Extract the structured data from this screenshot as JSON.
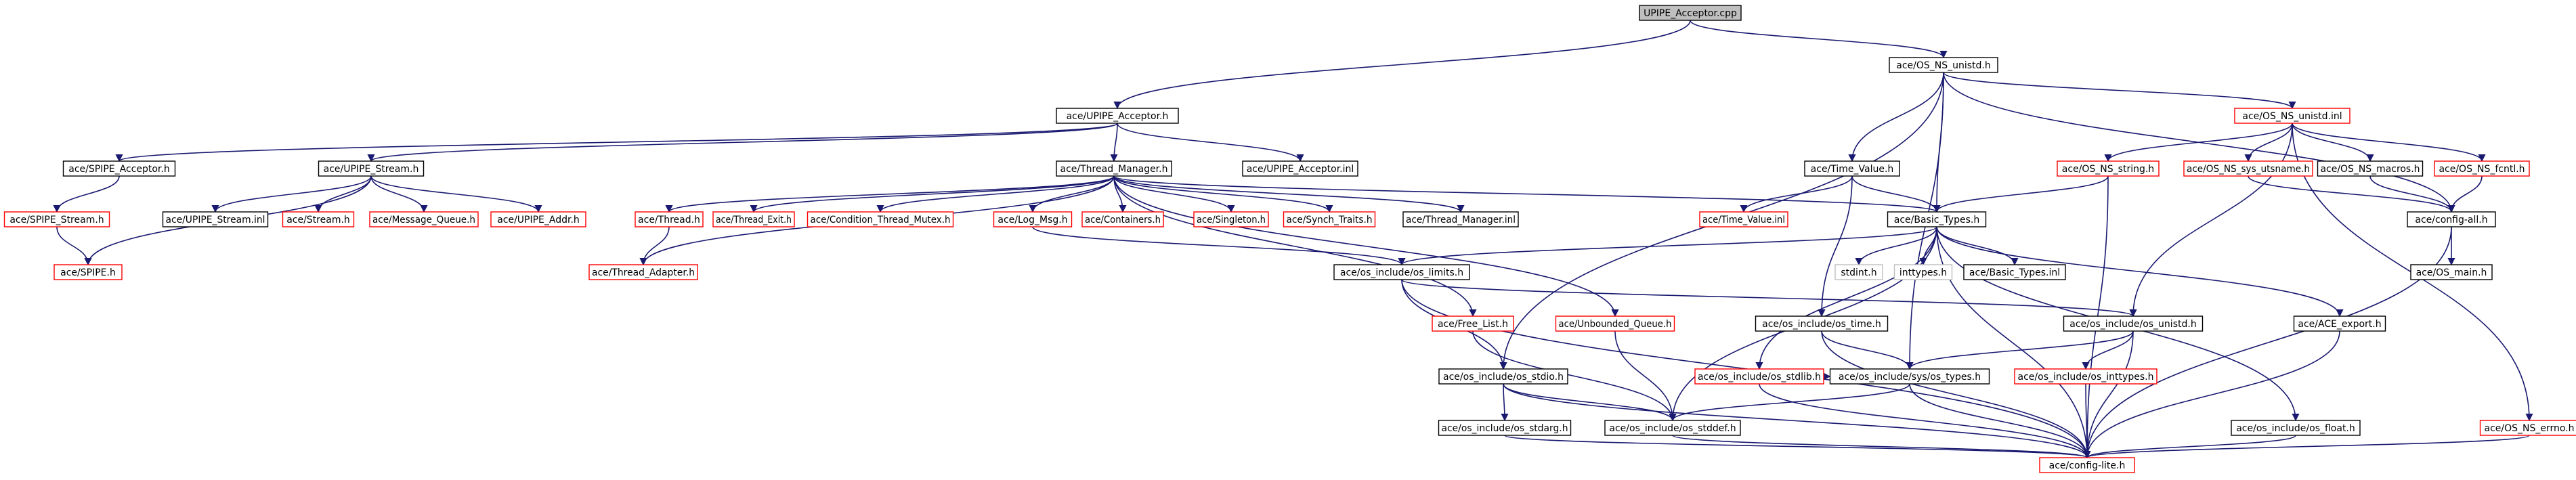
{
  "graph": {
    "colors": {
      "edge": "#191970",
      "node_border_normal": "#000000",
      "node_border_missing": "#ff0000",
      "node_border_system": "#bfbfbf",
      "node_fill_root": "#bfbfbf",
      "node_fill": "#ffffff",
      "text": "#000000"
    },
    "nodes": [
      {
        "id": "root",
        "label": "UPIPE_Acceptor.cpp",
        "style": "root"
      },
      {
        "id": "os_ns_unistd_h",
        "label": "ace/OS_NS_unistd.h",
        "style": "normal"
      },
      {
        "id": "upipe_acceptor_h",
        "label": "ace/UPIPE_Acceptor.h",
        "style": "normal"
      },
      {
        "id": "os_ns_unistd_inl",
        "label": "ace/OS_NS_unistd.inl",
        "style": "missing"
      },
      {
        "id": "spipe_acceptor_h",
        "label": "ace/SPIPE_Acceptor.h",
        "style": "normal"
      },
      {
        "id": "upipe_stream_h",
        "label": "ace/UPIPE_Stream.h",
        "style": "normal"
      },
      {
        "id": "thread_manager_h",
        "label": "ace/Thread_Manager.h",
        "style": "normal"
      },
      {
        "id": "upipe_acceptor_inl",
        "label": "ace/UPIPE_Acceptor.inl",
        "style": "normal"
      },
      {
        "id": "time_value_h",
        "label": "ace/Time_Value.h",
        "style": "normal"
      },
      {
        "id": "os_ns_string_h",
        "label": "ace/OS_NS_string.h",
        "style": "missing"
      },
      {
        "id": "os_ns_sys_utsname_h",
        "label": "ace/OS_NS_sys_utsname.h",
        "style": "missing"
      },
      {
        "id": "os_ns_macros_h",
        "label": "ace/OS_NS_macros.h",
        "style": "normal"
      },
      {
        "id": "os_ns_fcntl_h",
        "label": "ace/OS_NS_fcntl.h",
        "style": "missing"
      },
      {
        "id": "spipe_stream_h",
        "label": "ace/SPIPE_Stream.h",
        "style": "missing"
      },
      {
        "id": "upipe_stream_inl",
        "label": "ace/UPIPE_Stream.inl",
        "style": "normal"
      },
      {
        "id": "stream_h",
        "label": "ace/Stream.h",
        "style": "missing"
      },
      {
        "id": "message_queue_h",
        "label": "ace/Message_Queue.h",
        "style": "missing"
      },
      {
        "id": "upipe_addr_h",
        "label": "ace/UPIPE_Addr.h",
        "style": "missing"
      },
      {
        "id": "thread_h",
        "label": "ace/Thread.h",
        "style": "missing"
      },
      {
        "id": "thread_exit_h",
        "label": "ace/Thread_Exit.h",
        "style": "missing"
      },
      {
        "id": "condition_thread_mutex_h",
        "label": "ace/Condition_Thread_Mutex.h",
        "style": "missing"
      },
      {
        "id": "log_msg_h",
        "label": "ace/Log_Msg.h",
        "style": "missing"
      },
      {
        "id": "containers_h",
        "label": "ace/Containers.h",
        "style": "missing"
      },
      {
        "id": "singleton_h",
        "label": "ace/Singleton.h",
        "style": "missing"
      },
      {
        "id": "synch_traits_h",
        "label": "ace/Synch_Traits.h",
        "style": "missing"
      },
      {
        "id": "thread_manager_inl",
        "label": "ace/Thread_Manager.inl",
        "style": "normal"
      },
      {
        "id": "time_value_inl",
        "label": "ace/Time_Value.inl",
        "style": "missing"
      },
      {
        "id": "basic_types_h",
        "label": "ace/Basic_Types.h",
        "style": "normal"
      },
      {
        "id": "config_all_h",
        "label": "ace/config-all.h",
        "style": "normal"
      },
      {
        "id": "spipe_h",
        "label": "ace/SPIPE.h",
        "style": "missing"
      },
      {
        "id": "thread_adapter_h",
        "label": "ace/Thread_Adapter.h",
        "style": "missing"
      },
      {
        "id": "os_limits_h",
        "label": "ace/os_include/os_limits.h",
        "style": "normal"
      },
      {
        "id": "stdint_h",
        "label": "stdint.h",
        "style": "system"
      },
      {
        "id": "inttypes_h",
        "label": "inttypes.h",
        "style": "system"
      },
      {
        "id": "basic_types_inl",
        "label": "ace/Basic_Types.inl",
        "style": "normal"
      },
      {
        "id": "os_main_h",
        "label": "ace/OS_main.h",
        "style": "normal"
      },
      {
        "id": "free_list_h",
        "label": "ace/Free_List.h",
        "style": "missing"
      },
      {
        "id": "unbounded_queue_h",
        "label": "ace/Unbounded_Queue.h",
        "style": "missing"
      },
      {
        "id": "os_time_h",
        "label": "ace/os_include/os_time.h",
        "style": "normal"
      },
      {
        "id": "os_unistd_h",
        "label": "ace/os_include/os_unistd.h",
        "style": "normal"
      },
      {
        "id": "ace_export_h",
        "label": "ace/ACE_export.h",
        "style": "normal"
      },
      {
        "id": "os_stdio_h",
        "label": "ace/os_include/os_stdio.h",
        "style": "normal"
      },
      {
        "id": "os_stdlib_h",
        "label": "ace/os_include/os_stdlib.h",
        "style": "missing"
      },
      {
        "id": "sys_os_types_h",
        "label": "ace/os_include/sys/os_types.h",
        "style": "normal"
      },
      {
        "id": "os_inttypes_h",
        "label": "ace/os_include/os_inttypes.h",
        "style": "missing"
      },
      {
        "id": "os_stdarg_h",
        "label": "ace/os_include/os_stdarg.h",
        "style": "normal"
      },
      {
        "id": "os_stddef_h",
        "label": "ace/os_include/os_stddef.h",
        "style": "normal"
      },
      {
        "id": "os_float_h",
        "label": "ace/os_include/os_float.h",
        "style": "normal"
      },
      {
        "id": "os_ns_errno_h",
        "label": "ace/OS_NS_errno.h",
        "style": "missing"
      },
      {
        "id": "config_lite_h",
        "label": "ace/config-lite.h",
        "style": "missing"
      }
    ],
    "edges": [
      [
        "root",
        "os_ns_unistd_h"
      ],
      [
        "root",
        "upipe_acceptor_h"
      ],
      [
        "os_ns_unistd_h",
        "os_ns_unistd_inl"
      ],
      [
        "os_ns_unistd_h",
        "time_value_h"
      ],
      [
        "os_ns_unistd_h",
        "basic_types_h"
      ],
      [
        "os_ns_unistd_h",
        "config_all_h"
      ],
      [
        "os_ns_unistd_h",
        "os_stdio_h"
      ],
      [
        "os_ns_unistd_h",
        "sys_os_types_h"
      ],
      [
        "upipe_acceptor_h",
        "spipe_acceptor_h"
      ],
      [
        "upipe_acceptor_h",
        "upipe_stream_h"
      ],
      [
        "upipe_acceptor_h",
        "thread_manager_h"
      ],
      [
        "upipe_acceptor_h",
        "upipe_acceptor_inl"
      ],
      [
        "spipe_acceptor_h",
        "spipe_stream_h"
      ],
      [
        "spipe_stream_h",
        "spipe_h"
      ],
      [
        "upipe_stream_h",
        "upipe_stream_inl"
      ],
      [
        "upipe_stream_h",
        "stream_h"
      ],
      [
        "upipe_stream_h",
        "message_queue_h"
      ],
      [
        "upipe_stream_h",
        "upipe_addr_h"
      ],
      [
        "upipe_stream_h",
        "spipe_h"
      ],
      [
        "thread_manager_h",
        "thread_h"
      ],
      [
        "thread_manager_h",
        "thread_exit_h"
      ],
      [
        "thread_manager_h",
        "condition_thread_mutex_h"
      ],
      [
        "thread_manager_h",
        "log_msg_h"
      ],
      [
        "thread_manager_h",
        "containers_h"
      ],
      [
        "thread_manager_h",
        "singleton_h"
      ],
      [
        "thread_manager_h",
        "synch_traits_h"
      ],
      [
        "thread_manager_h",
        "thread_manager_inl"
      ],
      [
        "thread_manager_h",
        "basic_types_h"
      ],
      [
        "thread_manager_h",
        "free_list_h"
      ],
      [
        "thread_manager_h",
        "unbounded_queue_h"
      ],
      [
        "thread_manager_h",
        "thread_adapter_h"
      ],
      [
        "thread_h",
        "thread_adapter_h"
      ],
      [
        "log_msg_h",
        "os_limits_h"
      ],
      [
        "time_value_h",
        "time_value_inl"
      ],
      [
        "time_value_h",
        "basic_types_h"
      ],
      [
        "time_value_h",
        "os_time_h"
      ],
      [
        "os_ns_unistd_inl",
        "os_ns_string_h"
      ],
      [
        "os_ns_unistd_inl",
        "os_ns_sys_utsname_h"
      ],
      [
        "os_ns_unistd_inl",
        "os_ns_macros_h"
      ],
      [
        "os_ns_unistd_inl",
        "os_ns_fcntl_h"
      ],
      [
        "os_ns_unistd_inl",
        "os_ns_errno_h"
      ],
      [
        "os_ns_unistd_inl",
        "os_unistd_h"
      ],
      [
        "os_ns_string_h",
        "basic_types_h"
      ],
      [
        "os_ns_string_h",
        "config_lite_h"
      ],
      [
        "os_ns_sys_utsname_h",
        "config_all_h"
      ],
      [
        "os_ns_macros_h",
        "config_all_h"
      ],
      [
        "os_ns_fcntl_h",
        "config_all_h"
      ],
      [
        "config_all_h",
        "os_main_h"
      ],
      [
        "config_all_h",
        "config_lite_h"
      ],
      [
        "basic_types_h",
        "os_limits_h"
      ],
      [
        "basic_types_h",
        "stdint_h"
      ],
      [
        "basic_types_h",
        "inttypes_h"
      ],
      [
        "basic_types_h",
        "basic_types_inl"
      ],
      [
        "basic_types_h",
        "ace_export_h"
      ],
      [
        "basic_types_h",
        "os_float_h"
      ],
      [
        "basic_types_h",
        "os_stdlib_h"
      ],
      [
        "basic_types_h",
        "os_stddef_h"
      ],
      [
        "basic_types_h",
        "config_lite_h"
      ],
      [
        "os_limits_h",
        "os_unistd_h"
      ],
      [
        "os_limits_h",
        "os_stdio_h"
      ],
      [
        "os_limits_h",
        "config_lite_h"
      ],
      [
        "free_list_h",
        "os_stddef_h"
      ],
      [
        "unbounded_queue_h",
        "os_stddef_h"
      ],
      [
        "os_time_h",
        "sys_os_types_h"
      ],
      [
        "os_time_h",
        "config_lite_h"
      ],
      [
        "os_unistd_h",
        "sys_os_types_h"
      ],
      [
        "os_unistd_h",
        "os_inttypes_h"
      ],
      [
        "os_unistd_h",
        "config_lite_h"
      ],
      [
        "ace_export_h",
        "config_lite_h"
      ],
      [
        "os_stdio_h",
        "os_stdarg_h"
      ],
      [
        "os_stdio_h",
        "os_stddef_h"
      ],
      [
        "os_stdio_h",
        "config_lite_h"
      ],
      [
        "os_stdlib_h",
        "sys_os_types_h"
      ],
      [
        "os_stdlib_h",
        "config_lite_h"
      ],
      [
        "sys_os_types_h",
        "os_stddef_h"
      ],
      [
        "sys_os_types_h",
        "config_lite_h"
      ],
      [
        "os_inttypes_h",
        "config_lite_h"
      ],
      [
        "os_stdarg_h",
        "config_lite_h"
      ],
      [
        "os_stddef_h",
        "config_lite_h"
      ],
      [
        "os_float_h",
        "config_lite_h"
      ],
      [
        "os_ns_errno_h",
        "config_lite_h"
      ]
    ]
  }
}
